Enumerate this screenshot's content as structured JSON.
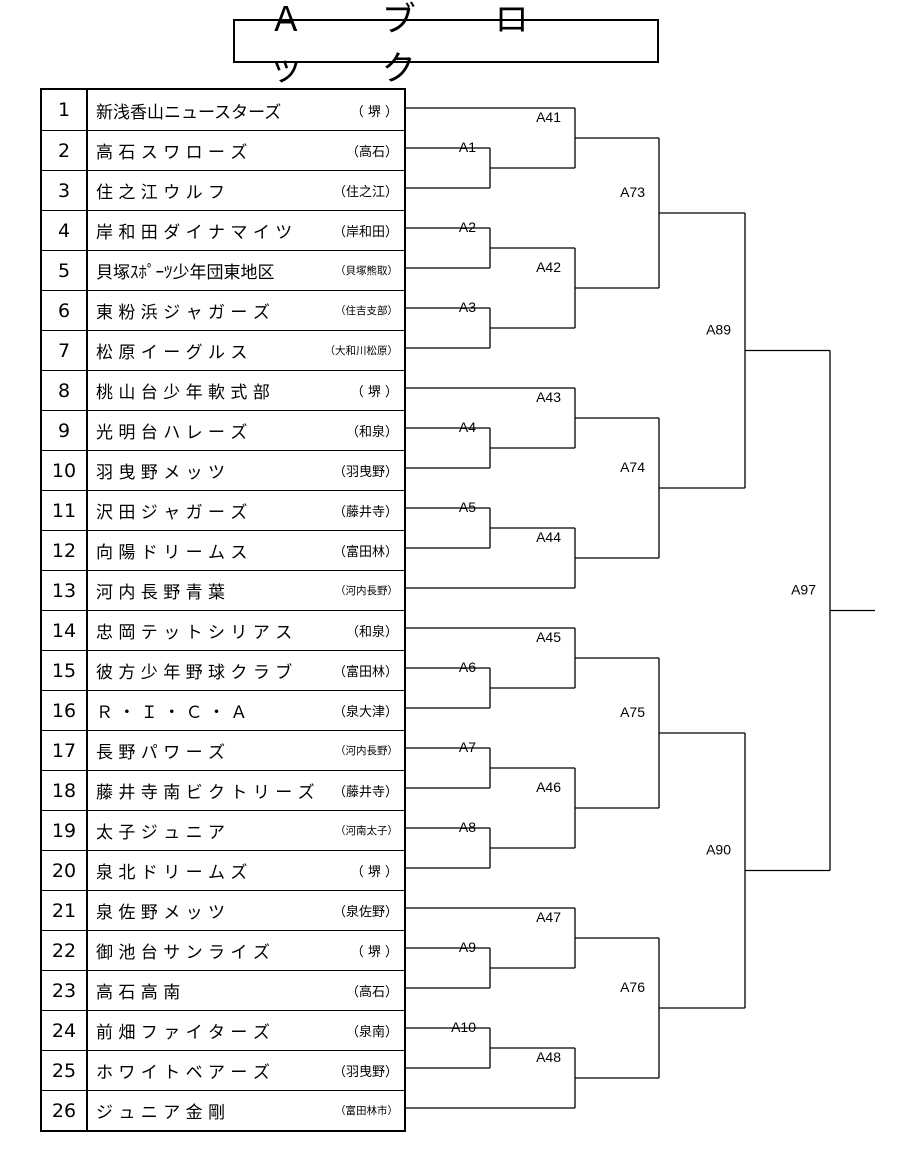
{
  "title": "Ａ ブ ロ ッ ク",
  "teams": [
    {
      "no": "1",
      "name": "新浅香山ニュースターズ",
      "region": "（ 堺 ）"
    },
    {
      "no": "2",
      "name": "高 石 ス ワ ロ ー ズ",
      "region": "（高石）"
    },
    {
      "no": "3",
      "name": "住 之 江 ウ ル フ",
      "region": "（住之江）"
    },
    {
      "no": "4",
      "name": "岸 和 田 ダ イ ナ マ イ ツ",
      "region": "（岸和田）"
    },
    {
      "no": "5",
      "name": "貝塚ｽﾎﾟｰﾂ少年団東地区",
      "region": "（貝塚熊取）"
    },
    {
      "no": "6",
      "name": "東 粉 浜 ジ ャ ガ ー ズ",
      "region": "（住吉支部）"
    },
    {
      "no": "7",
      "name": "松 原 イ ー グ ル ス",
      "region": "（大和川松原）"
    },
    {
      "no": "8",
      "name": "桃 山 台 少 年 軟 式 部",
      "region": "（ 堺 ）"
    },
    {
      "no": "9",
      "name": "光 明 台 ハ レ ー ズ",
      "region": "（和泉）"
    },
    {
      "no": "10",
      "name": "羽 曳 野 メ ッ ツ",
      "region": "（羽曳野）"
    },
    {
      "no": "11",
      "name": "沢 田 ジ ャ ガ ー ズ",
      "region": "（藤井寺）"
    },
    {
      "no": "12",
      "name": "向 陽 ド リ ー ム ス",
      "region": "（富田林）"
    },
    {
      "no": "13",
      "name": "河 内 長 野 青 葉",
      "region": "（河内長野）"
    },
    {
      "no": "14",
      "name": "忠 岡 テ ッ ト シ リ ア ス",
      "region": "（和泉）"
    },
    {
      "no": "15",
      "name": "彼 方 少 年 野 球 ク ラ ブ",
      "region": "（富田林）"
    },
    {
      "no": "16",
      "name": "Ｒ ・ Ｉ ・ Ｃ ・ Ａ",
      "region": "（泉大津）"
    },
    {
      "no": "17",
      "name": "長 野 パ ワ ー ズ",
      "region": "（河内長野）"
    },
    {
      "no": "18",
      "name": "藤 井 寺 南 ビ ク ト リ ー ズ",
      "region": "（藤井寺）"
    },
    {
      "no": "19",
      "name": "太 子 ジ ュ ニ ア",
      "region": "（河南太子）"
    },
    {
      "no": "20",
      "name": "泉 北 ド リ ー ム ズ",
      "region": "（ 堺 ）"
    },
    {
      "no": "21",
      "name": "泉 佐 野 メ ッ ツ",
      "region": "（泉佐野）"
    },
    {
      "no": "22",
      "name": "御 池 台 サ ン ラ イ ズ",
      "region": "（ 堺 ）"
    },
    {
      "no": "23",
      "name": "高 石 高 南",
      "region": "（高石）"
    },
    {
      "no": "24",
      "name": "前 畑 フ ァ イ タ ー ズ",
      "region": "（泉南）"
    },
    {
      "no": "25",
      "name": "ホ ワ イ ト ベ ア ー ズ",
      "region": "（羽曳野）"
    },
    {
      "no": "26",
      "name": "ジ ュ ニ ア 金 剛",
      "region": "（富田林市）"
    }
  ],
  "matches": [
    {
      "id": "A1",
      "label": "A1",
      "a": {
        "team": 1
      },
      "b": {
        "team": 2
      }
    },
    {
      "id": "A2",
      "label": "A2",
      "a": {
        "team": 3
      },
      "b": {
        "team": 4
      }
    },
    {
      "id": "A3",
      "label": "A3",
      "a": {
        "team": 5
      },
      "b": {
        "team": 6
      }
    },
    {
      "id": "A4",
      "label": "A4",
      "a": {
        "team": 8
      },
      "b": {
        "team": 9
      }
    },
    {
      "id": "A5",
      "label": "A5",
      "a": {
        "team": 10
      },
      "b": {
        "team": 11
      }
    },
    {
      "id": "A6",
      "label": "A6",
      "a": {
        "team": 14
      },
      "b": {
        "team": 15
      }
    },
    {
      "id": "A7",
      "label": "A7",
      "a": {
        "team": 16
      },
      "b": {
        "team": 17
      }
    },
    {
      "id": "A8",
      "label": "A8",
      "a": {
        "team": 18
      },
      "b": {
        "team": 19
      }
    },
    {
      "id": "A9",
      "label": "A9",
      "a": {
        "team": 21
      },
      "b": {
        "team": 22
      }
    },
    {
      "id": "A10",
      "label": "A10",
      "a": {
        "team": 23
      },
      "b": {
        "team": 24
      }
    },
    {
      "id": "A41",
      "label": "A41",
      "a": {
        "team": 0
      },
      "b": {
        "match": "A1"
      }
    },
    {
      "id": "A42",
      "label": "A42",
      "a": {
        "match": "A2"
      },
      "b": {
        "match": "A3"
      }
    },
    {
      "id": "A43",
      "label": "A43",
      "a": {
        "team": 7
      },
      "b": {
        "match": "A4"
      }
    },
    {
      "id": "A44",
      "label": "A44",
      "a": {
        "match": "A5"
      },
      "b": {
        "team": 12
      }
    },
    {
      "id": "A45",
      "label": "A45",
      "a": {
        "team": 13
      },
      "b": {
        "match": "A6"
      }
    },
    {
      "id": "A46",
      "label": "A46",
      "a": {
        "match": "A7"
      },
      "b": {
        "match": "A8"
      }
    },
    {
      "id": "A47",
      "label": "A47",
      "a": {
        "team": 20
      },
      "b": {
        "match": "A9"
      }
    },
    {
      "id": "A48",
      "label": "A48",
      "a": {
        "match": "A10"
      },
      "b": {
        "team": 25
      }
    },
    {
      "id": "A73",
      "label": "A73",
      "a": {
        "match": "A41"
      },
      "b": {
        "match": "A42"
      }
    },
    {
      "id": "A74",
      "label": "A74",
      "a": {
        "match": "A43"
      },
      "b": {
        "match": "A44"
      }
    },
    {
      "id": "A75",
      "label": "A75",
      "a": {
        "match": "A45"
      },
      "b": {
        "match": "A46"
      }
    },
    {
      "id": "A76",
      "label": "A76",
      "a": {
        "match": "A47"
      },
      "b": {
        "match": "A48"
      }
    },
    {
      "id": "A89",
      "label": "A89",
      "a": {
        "match": "A73"
      },
      "b": {
        "match": "A74"
      }
    },
    {
      "id": "A90",
      "label": "A90",
      "a": {
        "match": "A75"
      },
      "b": {
        "match": "A76"
      }
    },
    {
      "id": "A97",
      "label": "A97",
      "a": {
        "match": "A89"
      },
      "b": {
        "match": "A90"
      }
    }
  ]
}
